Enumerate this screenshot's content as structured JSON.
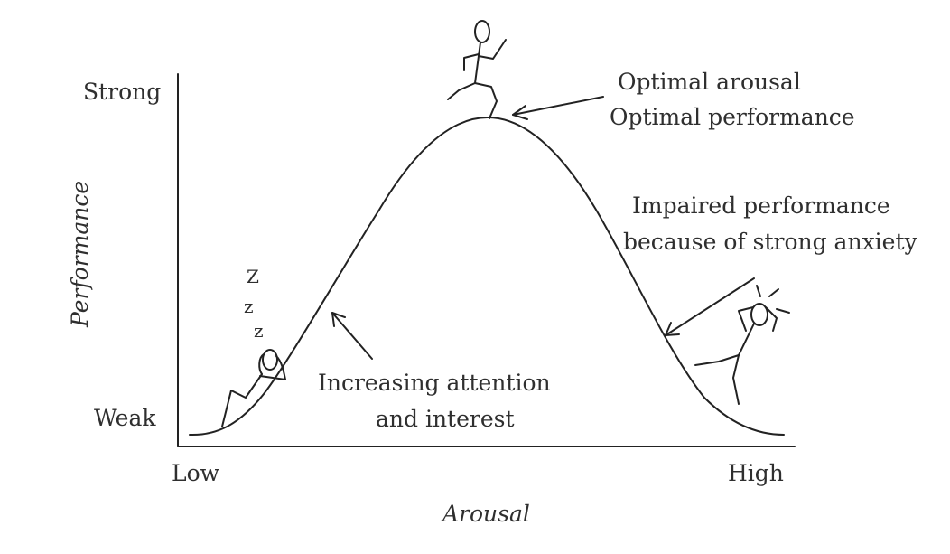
{
  "y_axis": {
    "title": "Performance",
    "top_label": "Strong",
    "bottom_label": "Weak"
  },
  "x_axis": {
    "title": "Arousal",
    "left_label": "Low",
    "right_label": "High"
  },
  "annotations": {
    "peak": [
      "Optimal arousal",
      "Optimal performance"
    ],
    "rising": [
      "Increasing attention",
      "and interest"
    ],
    "falling": [
      "Impaired performance",
      "because of strong anxiety"
    ]
  },
  "sleep_marks": [
    "Z",
    "z",
    "z"
  ],
  "colors": {
    "line": "#222222",
    "text": "#2f2f2f",
    "background": "#ffffff"
  }
}
